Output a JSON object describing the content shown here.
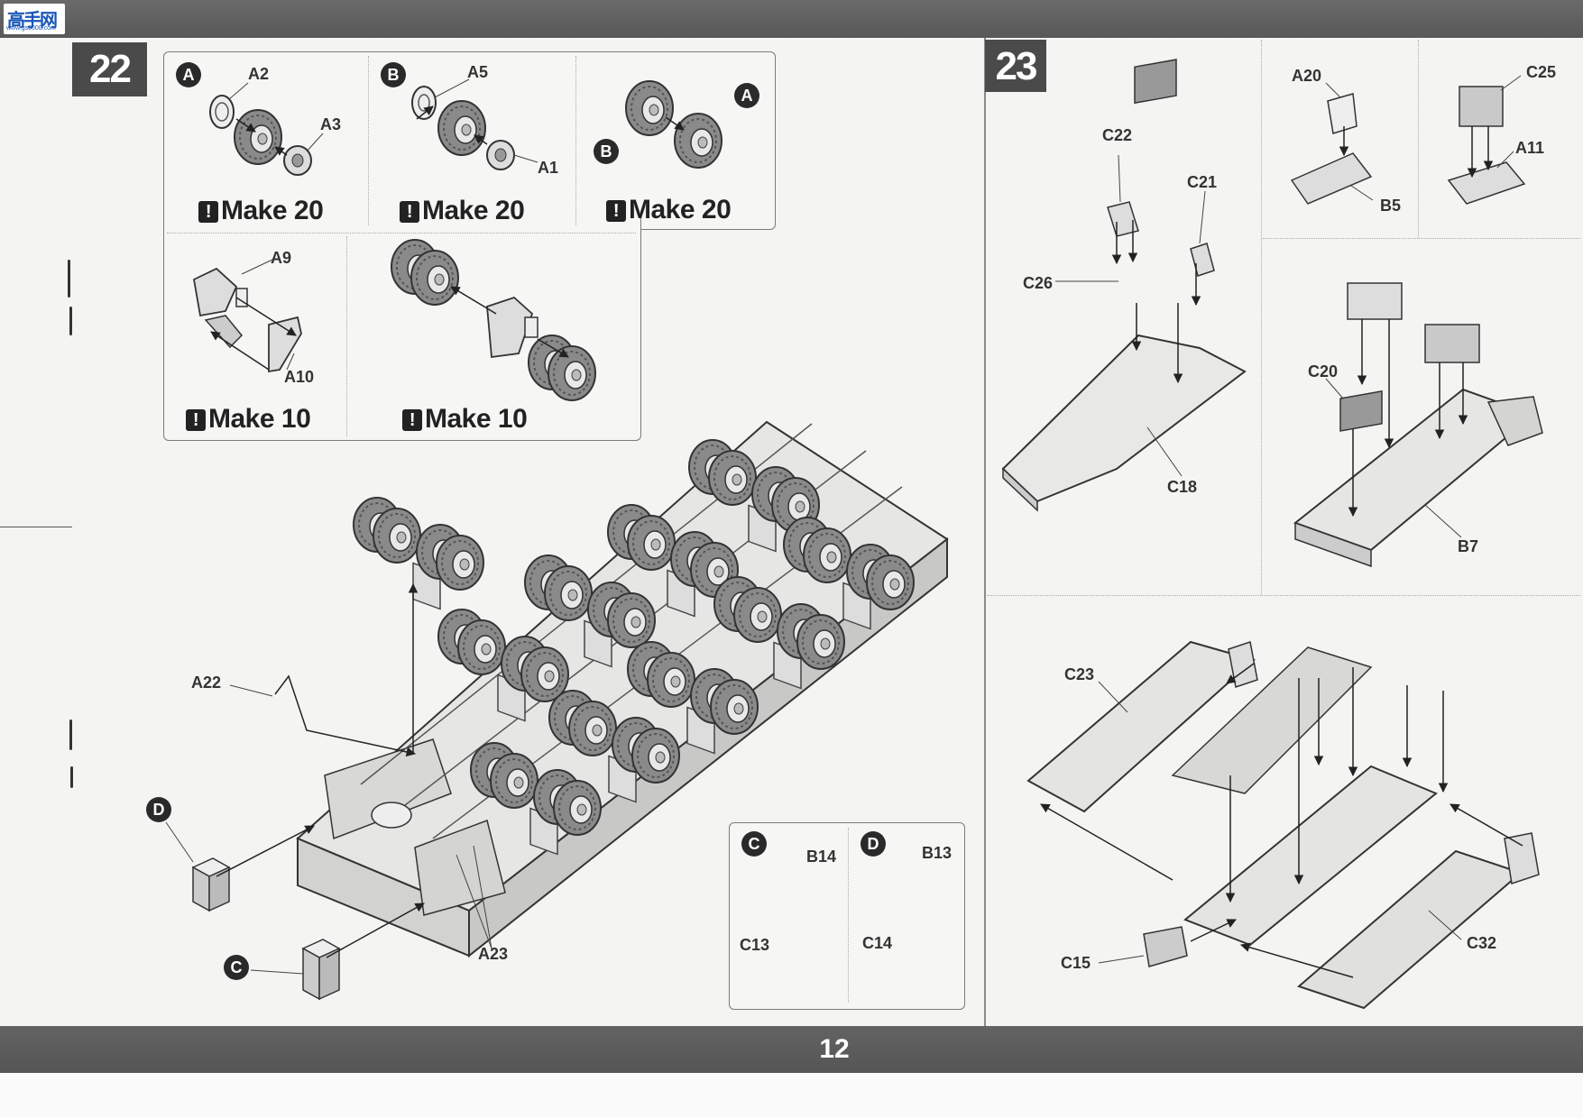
{
  "header": {
    "logo_text": "高手网",
    "logo_sub": "www.gs5000.com"
  },
  "footer": {
    "page_number": "12"
  },
  "step22": {
    "number": "22",
    "a": {
      "badge": "A",
      "parts": [
        "A2",
        "A3"
      ],
      "make": "Make 20"
    },
    "b": {
      "badge": "B",
      "parts": [
        "A5",
        "A1"
      ],
      "make": "Make 20"
    },
    "ab": {
      "badge_a": "A",
      "badge_b": "B",
      "make": "Make 20"
    },
    "susp1": {
      "parts": [
        "A9",
        "A10"
      ],
      "make": "Make 10"
    },
    "susp2": {
      "make": "Make 10"
    },
    "main_labels": [
      "A22",
      "A23"
    ],
    "d_badge": "D",
    "c_badge": "C",
    "inset": {
      "c": {
        "badge": "C",
        "parts": [
          "B14",
          "C13"
        ]
      },
      "d": {
        "badge": "D",
        "parts": [
          "B13",
          "C14"
        ]
      }
    }
  },
  "step23": {
    "number": "23",
    "sub1": {
      "parts": [
        "C22",
        "C21",
        "C26",
        "C18"
      ]
    },
    "sub2": {
      "parts": [
        "A20",
        "B5"
      ]
    },
    "sub3": {
      "parts": [
        "C25",
        "A11"
      ]
    },
    "sub4": {
      "parts": [
        "C20",
        "B7"
      ]
    },
    "main": {
      "parts": [
        "C23",
        "C15",
        "C32"
      ]
    }
  }
}
